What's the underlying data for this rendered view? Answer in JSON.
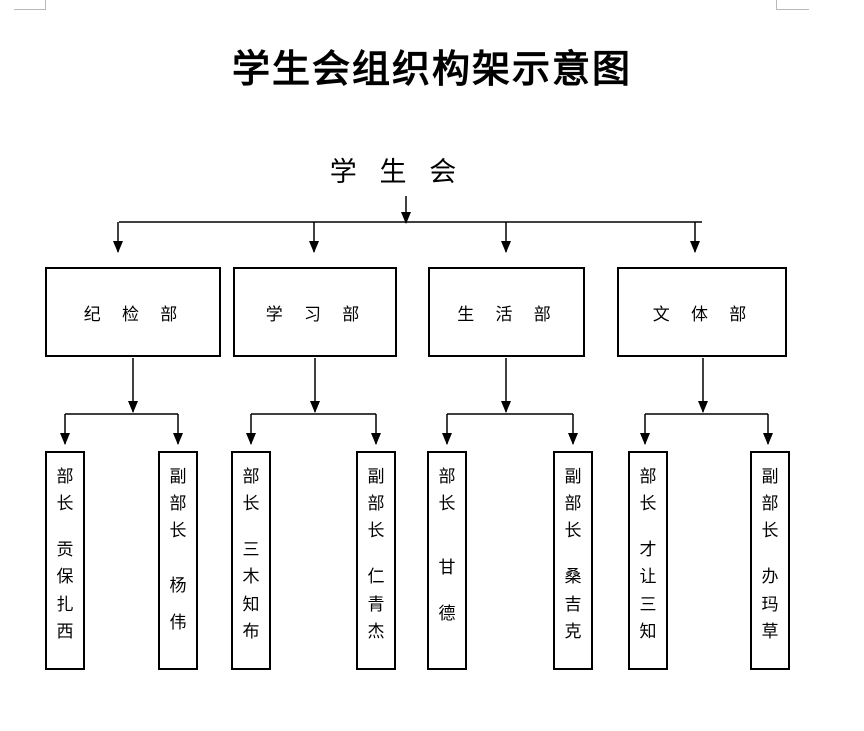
{
  "page": {
    "title": "学生会组织构架示意图",
    "root_label": "学 生 会"
  },
  "departments": [
    {
      "label": "纪 检 部",
      "members": [
        {
          "role": "部长",
          "name": "贡保扎西"
        },
        {
          "role": "副部长",
          "name": "杨伟"
        }
      ]
    },
    {
      "label": "学 习 部",
      "members": [
        {
          "role": "部长",
          "name": "三木知布"
        },
        {
          "role": "副部长",
          "name": "仁青杰"
        }
      ]
    },
    {
      "label": "生 活 部",
      "members": [
        {
          "role": "部长",
          "name": "甘德"
        },
        {
          "role": "副部长",
          "name": "桑吉克"
        }
      ]
    },
    {
      "label": "文 体 部",
      "members": [
        {
          "role": "部长",
          "name": "才让三知"
        },
        {
          "role": "副部长",
          "name": "办玛草"
        }
      ]
    }
  ],
  "colors": {
    "background": "#ffffff",
    "line": "#000000",
    "crop_mark": "#b8b8b8"
  }
}
